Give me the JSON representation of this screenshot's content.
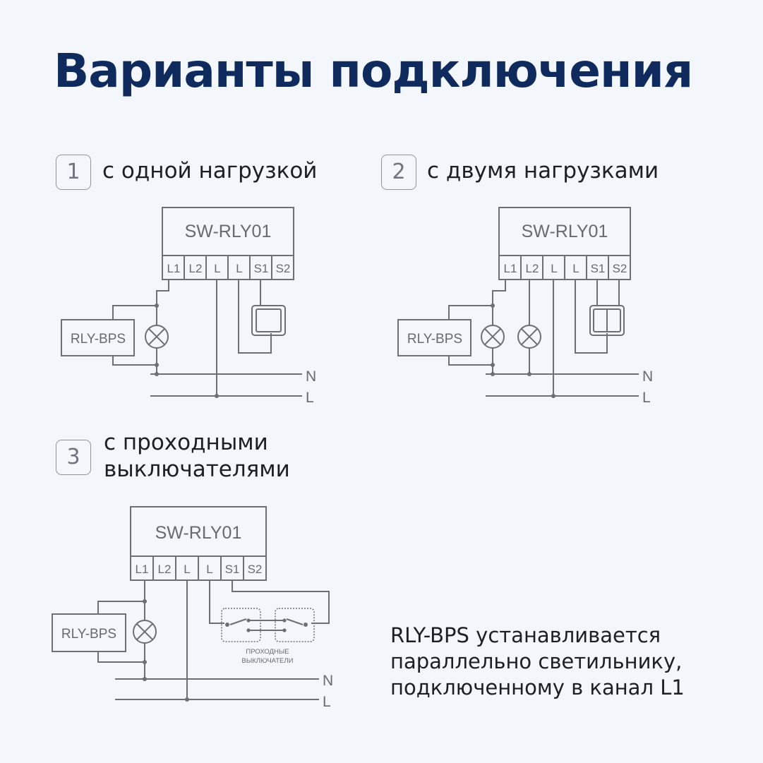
{
  "title": "Варианты подключения",
  "sections": [
    {
      "number": "1",
      "label": "с одной нагрузкой"
    },
    {
      "number": "2",
      "label": "с двумя нагрузками"
    },
    {
      "number": "3",
      "label_line1": "с проходными",
      "label_line2": "выключателями"
    }
  ],
  "device_name": "SW-RLY01",
  "terminals": [
    "L1",
    "L2",
    "L",
    "L",
    "S1",
    "S2"
  ],
  "bypass_name": "RLY-BPS",
  "line_labels": {
    "neutral": "N",
    "line": "L"
  },
  "passthrough_caption_line1": "ПРОХОДНЫЕ",
  "passthrough_caption_line2": "ВЫКЛЮЧАТЕЛИ",
  "note_lines": [
    "RLY-BPS устанавливается",
    "параллельно светильнику,",
    "подключенному в канал L1"
  ],
  "colors": {
    "title": "#0f2a5c",
    "wire": "#6b7076",
    "background": "#f3f6fb"
  }
}
